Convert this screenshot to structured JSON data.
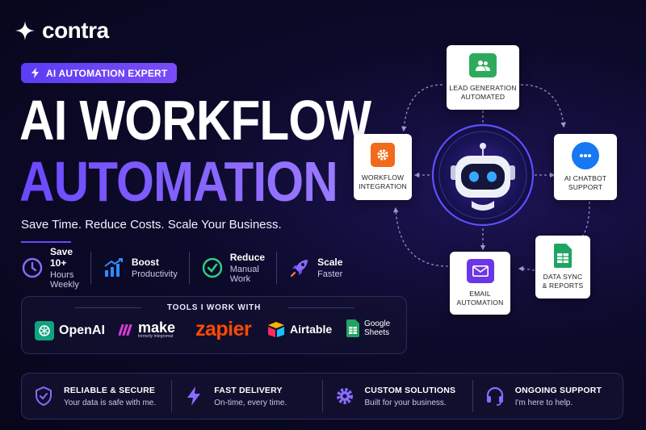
{
  "brand": {
    "name": "contra"
  },
  "badge": {
    "label": "AI AUTOMATION EXPERT"
  },
  "hero": {
    "title_line1": "AI WORKFLOW",
    "title_line2": "AUTOMATION",
    "tagline": "Save Time. Reduce Costs. Scale Your Business."
  },
  "stats": [
    {
      "line1": "Save 10+",
      "line2": "Hours Weekly",
      "icon": "clock-icon"
    },
    {
      "line1": "Boost",
      "line2": "Productivity",
      "icon": "bar-chart-icon"
    },
    {
      "line1": "Reduce",
      "line2": "Manual Work",
      "icon": "check-circle-icon"
    },
    {
      "line1": "Scale",
      "line2": "Faster",
      "icon": "rocket-icon"
    }
  ],
  "tools": {
    "title": "TOOLS I WORK WITH",
    "items": [
      {
        "name": "OpenAI"
      },
      {
        "name": "make",
        "sub": "formerly Integromat"
      },
      {
        "name": "zapier"
      },
      {
        "name": "Airtable"
      },
      {
        "name_line1": "Google",
        "name_line2": "Sheets"
      }
    ]
  },
  "features": [
    {
      "title": "RELIABLE & SECURE",
      "desc": "Your data is safe with me.",
      "icon": "shield-icon"
    },
    {
      "title": "FAST DELIVERY",
      "desc": "On-time, every time.",
      "icon": "lightning-icon"
    },
    {
      "title": "CUSTOM SOLUTIONS",
      "desc": "Built for your business.",
      "icon": "gear-icon"
    },
    {
      "title": "ONGOING SUPPORT",
      "desc": "I'm here to help.",
      "icon": "headset-icon"
    }
  ],
  "diagram": {
    "nodes": {
      "lead": {
        "line1": "LEAD GENERATION",
        "line2": "AUTOMATED",
        "icon": "users-icon"
      },
      "chatbot": {
        "line1": "AI CHATBOT",
        "line2": "SUPPORT",
        "icon": "chat-icon"
      },
      "datasync": {
        "line1": "DATA SYNC",
        "line2": "& REPORTS",
        "icon": "sheet-icon"
      },
      "email": {
        "line1": "EMAIL",
        "line2": "AUTOMATION",
        "icon": "mail-icon"
      },
      "workflow": {
        "line1": "WORKFLOW",
        "line2": "INTEGRATION",
        "icon": "gear-icon"
      }
    },
    "colors": {
      "lead": "#2eaa5c",
      "chatbot": "#1877f2",
      "datasync": "#1fa463",
      "email": "#6b35e8",
      "workflow": "#f26a1b"
    }
  }
}
